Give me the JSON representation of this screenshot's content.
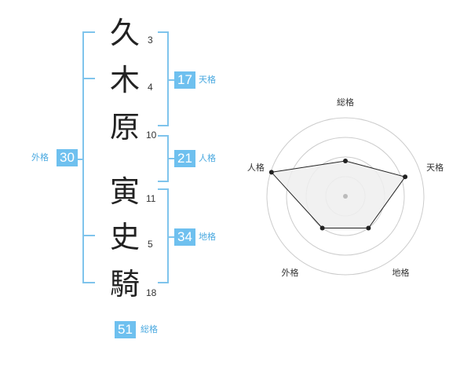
{
  "name_chars": [
    {
      "char": "久",
      "strokes": "3"
    },
    {
      "char": "木",
      "strokes": "4"
    },
    {
      "char": "原",
      "strokes": "10"
    },
    {
      "char": "寅",
      "strokes": "11"
    },
    {
      "char": "史",
      "strokes": "5"
    },
    {
      "char": "騎",
      "strokes": "18"
    }
  ],
  "fortunes": {
    "tenkaku": {
      "value": "17",
      "label": "天格"
    },
    "jinkaku": {
      "value": "21",
      "label": "人格"
    },
    "chikaku": {
      "value": "34",
      "label": "地格"
    },
    "gaikaku": {
      "value": "30",
      "label": "外格"
    },
    "soukaku": {
      "value": "51",
      "label": "総格"
    }
  },
  "colors": {
    "accent": "#6ec0ef",
    "bracket": "#7fc4ec",
    "radar_fill": "#eeeeee",
    "radar_ring": "#cccccc"
  },
  "chart_data": {
    "type": "radar",
    "categories": [
      "総格",
      "天格",
      "地格",
      "外格",
      "人格"
    ],
    "values": [
      0.45,
      0.8,
      0.5,
      0.5,
      0.99
    ],
    "rings": 4,
    "range": [
      0,
      1
    ]
  }
}
